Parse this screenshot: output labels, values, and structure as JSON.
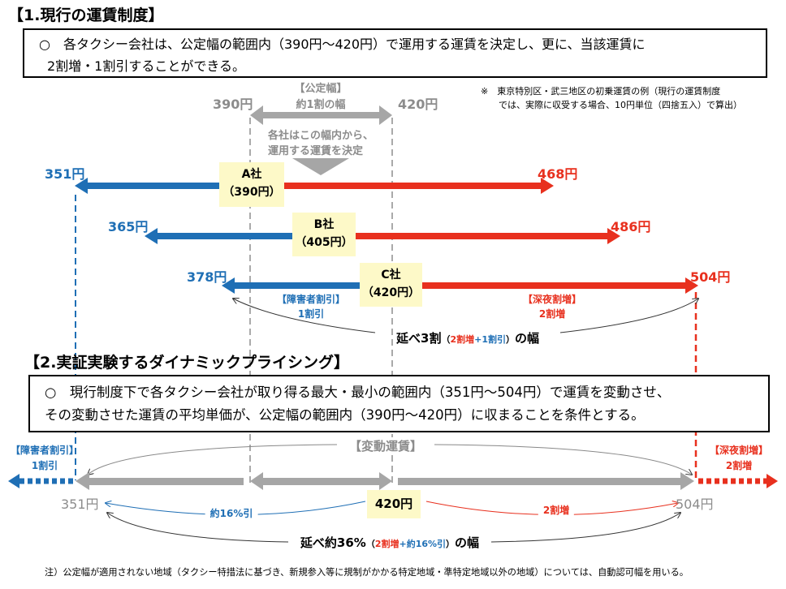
{
  "section1": {
    "title": "【1.現行の運賃制度】",
    "box_line1": "○　各タクシー会社は、公定幅の範囲内（390円～420円）で運用する運賃を決定し、更に、当該運賃に",
    "box_line2": "2割増・1割引することができる。",
    "note_line1": "※　東京特別区・武三地区の初乗運賃の例（現行の運賃制度",
    "note_line2": "では、実際に収受する場合、10円単位（四捨五入）で算出）",
    "koutei_label": "【公定幅】",
    "koutei_width": "約1割の幅",
    "low": "390円",
    "high": "420円",
    "decide_line1": "各社はこの幅内から、",
    "decide_line2": "運用する運賃を決定",
    "companies": [
      {
        "name": "A社",
        "fare": "（390円）",
        "min": "351円",
        "max": "468円"
      },
      {
        "name": "B社",
        "fare": "（405円）",
        "min": "365円",
        "max": "486円"
      },
      {
        "name": "C社",
        "fare": "（420円）",
        "min": "378円",
        "max": "504円"
      }
    ],
    "discount_label": "【障害者割引】",
    "discount_value": "1割引",
    "surcharge_label": "【深夜割増】",
    "surcharge_value": "2割増",
    "range_prefix": "延べ3割",
    "range_open": "（",
    "range_red": "2割増",
    "range_plus": "+",
    "range_blue": "1割引",
    "range_close": "）",
    "range_suffix": "の幅"
  },
  "section2": {
    "title": "【2.実証実験するダイナミックプライシング】",
    "box_line1": "○　現行制度下で各タクシー会社が取り得る最大・最小の範囲内（351円～504円）で運賃を変動させ、",
    "box_line2": "その変動させた運賃の平均単価が、公定幅の範囲内（390円～420円）に収まることを条件とする。",
    "discount_label": "【障害者割引】",
    "discount_value": "1割引",
    "surcharge_label": "【深夜割増】",
    "surcharge_value": "2割増",
    "variable_label": "【変動運賃】",
    "min": "351円",
    "base": "420円",
    "max": "504円",
    "down_label": "約16%引",
    "up_label": "2割増",
    "range_prefix": "延べ約36%",
    "range_open": "（",
    "range_red": "2割増",
    "range_plus": "+",
    "range_blue": "約16%引",
    "range_close": "）",
    "range_suffix": "の幅"
  },
  "footnote": "注）公定幅が適用されない地域（タクシー特措法に基づき、新規参入等に規制がかかる特定地域・準特定地域以外の地域）については、自動認可幅を用いる。",
  "colors": {
    "blue": "#1f6fb5",
    "red": "#e8301e",
    "gray": "#a6a6a6",
    "highlight": "#fdf9c8"
  }
}
